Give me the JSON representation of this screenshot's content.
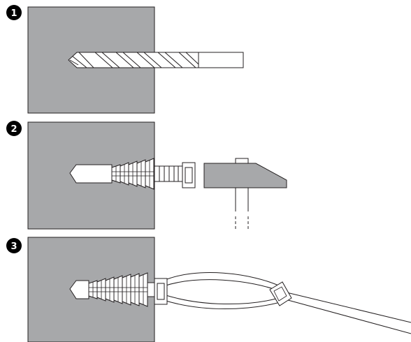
{
  "steps": [
    {
      "number": "1",
      "action": "drill-hole"
    },
    {
      "number": "2",
      "action": "hammer-in-wall-plug"
    },
    {
      "number": "3",
      "action": "insert-cable-tie"
    }
  ],
  "colors": {
    "wall": "#a7a8aa",
    "outline": "#231f20",
    "part_fill": "#ffffff",
    "badge": "#000000"
  },
  "icons": [
    "drill-bit-icon",
    "wall-plug-icon",
    "hammer-icon",
    "cable-tie-icon"
  ]
}
